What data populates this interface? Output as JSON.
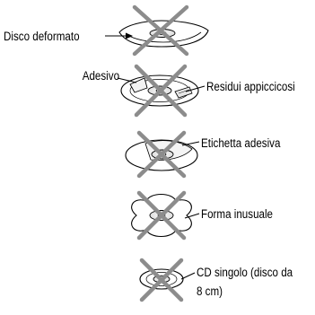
{
  "labels": {
    "warped_disc": "Disco deformato",
    "sticker": "Adesivo",
    "sticky_residue": "Residui appiccicosi",
    "adhesive_label": "Etichetta adesiva",
    "unusual_shape": "Forma inusuale",
    "single_cd_line1": "CD singolo (disco da",
    "single_cd_line2": "8 cm)"
  },
  "colors": {
    "ink": "#000000",
    "cross": "#8c8c8c",
    "disc_fill": "#ffffff",
    "disc_shade": "#e6e6e6"
  }
}
